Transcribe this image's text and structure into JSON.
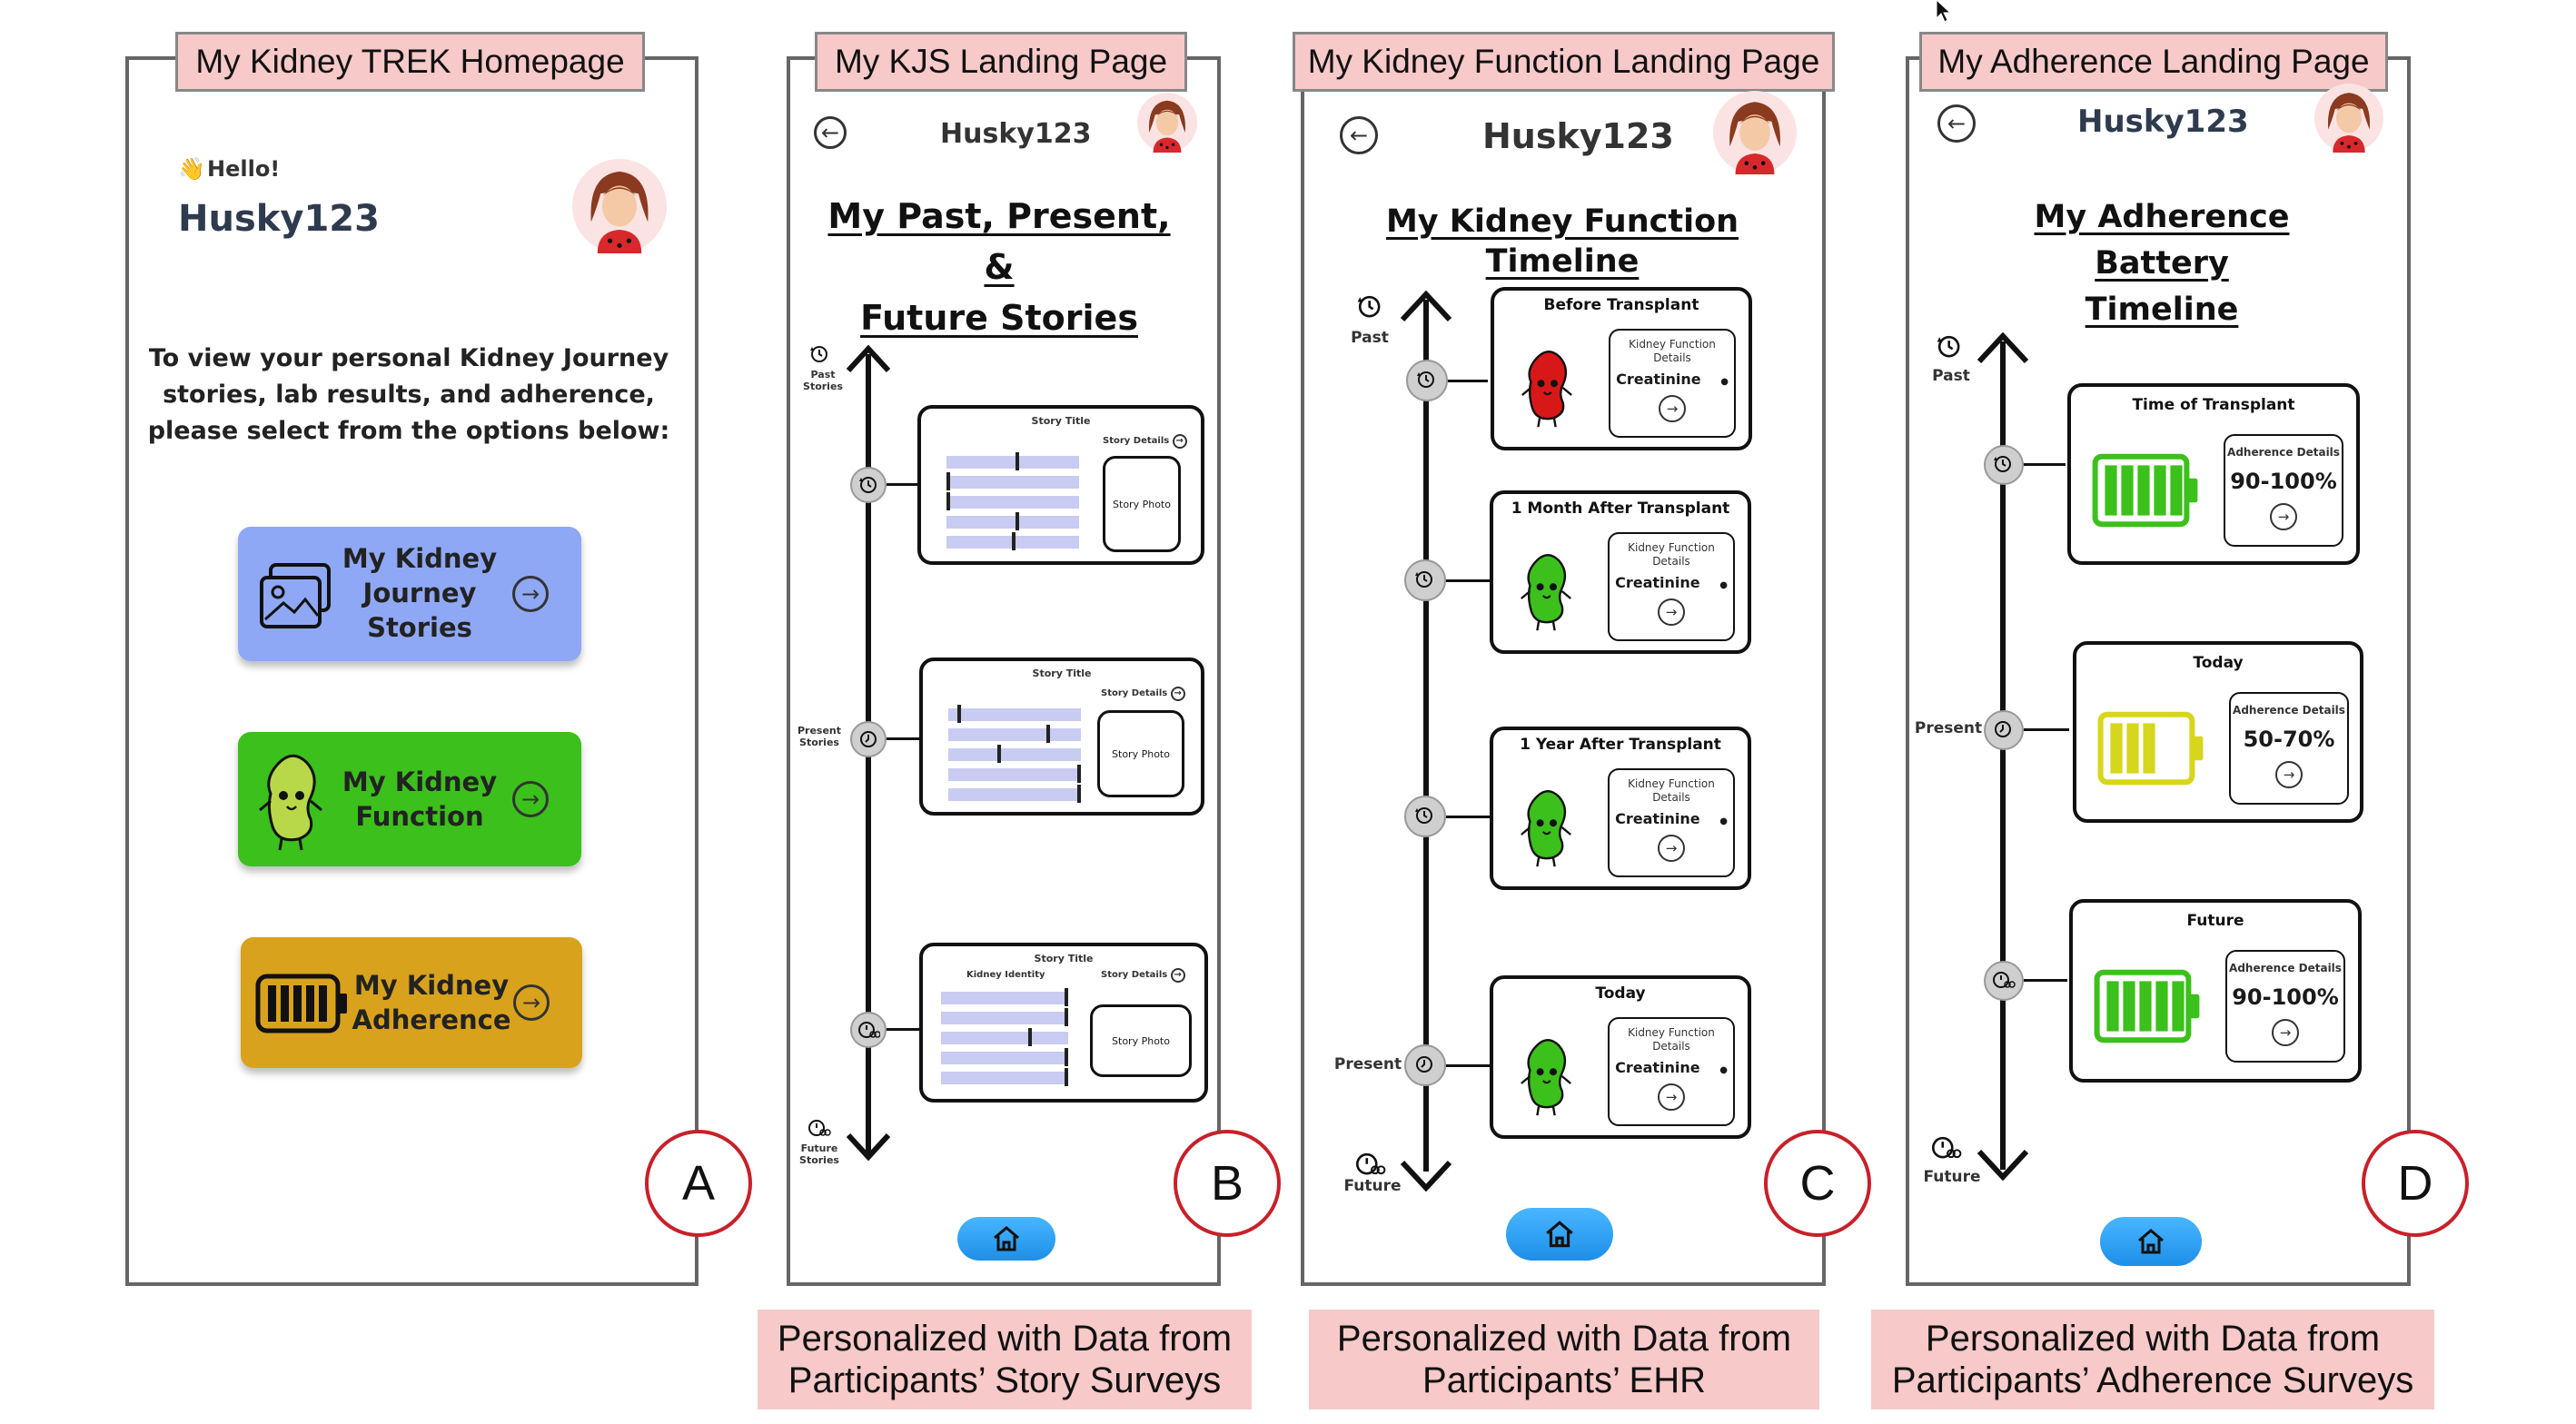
{
  "screens": {
    "homepage": {
      "title": "My Kidney TREK Homepage",
      "greeting": "Hello!",
      "greeting_icon": "waving-hand-icon",
      "username": "Husky123",
      "instructions": [
        "To view your personal Kidney Journey",
        "stories, lab results, and adherence,",
        "please select  from the options below:"
      ],
      "buttons": [
        {
          "label_lines": [
            "My Kidney",
            "Journey",
            "Stories"
          ],
          "color": "#8fa8f5",
          "icon": "photos-icon"
        },
        {
          "label_lines": [
            "My Kidney",
            "Function"
          ],
          "color": "#3cc01c",
          "icon": "kidney-bean-icon"
        },
        {
          "label_lines": [
            "My Kidney",
            "Adherence"
          ],
          "color": "#d8a21c",
          "icon": "battery-icon"
        }
      ],
      "badge": "A"
    },
    "kjs": {
      "title": "My KJS Landing Page",
      "username": "Husky123",
      "heading_lines": [
        "My Past, Present, &",
        "Future Stories"
      ],
      "timeline_labels": {
        "past": [
          "Past",
          "Stories"
        ],
        "present": [
          "Present",
          "Stories"
        ],
        "future": [
          "Future",
          "Stories"
        ]
      },
      "cards": [
        {
          "title": "Story Title",
          "details": "Story Details",
          "photo": "Story Photo",
          "identity": ""
        },
        {
          "title": "Story Title",
          "details": "Story Details",
          "photo": "Story Photo",
          "identity": ""
        },
        {
          "title": "Story Title",
          "details": "Story Details",
          "photo": "Story Photo",
          "identity": "Kidney Identity"
        }
      ],
      "badge": "B",
      "caption": [
        "Personalized with Data from",
        "Participants’ Story Surveys"
      ]
    },
    "kidney_function": {
      "title": "My Kidney Function Landing Page",
      "username": "Husky123",
      "heading": "My Kidney Function Timeline",
      "timeline_labels": {
        "past": "Past",
        "present": "Present",
        "future": "Future"
      },
      "cards": [
        {
          "title": "Before Transplant",
          "details_lines": [
            "Kidney Function",
            "Details"
          ],
          "metric": "Creatinine",
          "bean_color": "#d81818"
        },
        {
          "title": "1 Month After Transplant",
          "details_lines": [
            "Kidney Function",
            "Details"
          ],
          "metric": "Creatinine",
          "bean_color": "#3cc01c"
        },
        {
          "title": "1 Year After Transplant",
          "details_lines": [
            "Kidney Function",
            "Details"
          ],
          "metric": "Creatinine",
          "bean_color": "#3cc01c"
        },
        {
          "title": "Today",
          "details_lines": [
            "Kidney Function",
            "Details"
          ],
          "metric": "Creatinine",
          "bean_color": "#3cc01c"
        }
      ],
      "badge": "C",
      "caption": [
        "Personalized with Data from",
        "Participants’ EHR"
      ]
    },
    "adherence": {
      "title": "My Adherence Landing Page",
      "username": "Husky123",
      "heading_lines": [
        "My Adherence Battery",
        "Timeline"
      ],
      "timeline_labels": {
        "past": "Past",
        "present": "Present",
        "future": "Future"
      },
      "cards": [
        {
          "title": "Time of Transplant",
          "details": "Adherence Details",
          "value": "90-100%",
          "battery_color": "#3cc01c",
          "level": 1.0
        },
        {
          "title": "Today",
          "details": "Adherence Details",
          "value": "50-70%",
          "battery_color": "#d6d61c",
          "level": 0.6
        },
        {
          "title": "Future",
          "details": "Adherence Details",
          "value": "90-100%",
          "battery_color": "#3cc01c",
          "level": 1.0
        }
      ],
      "badge": "D",
      "caption": [
        "Personalized with Data from",
        "Participants’ Adherence Surveys"
      ]
    }
  },
  "colors": {
    "label_bg": "#f7c9c9",
    "badge_ring": "#c8202a",
    "home_button": "#2a9df4"
  }
}
